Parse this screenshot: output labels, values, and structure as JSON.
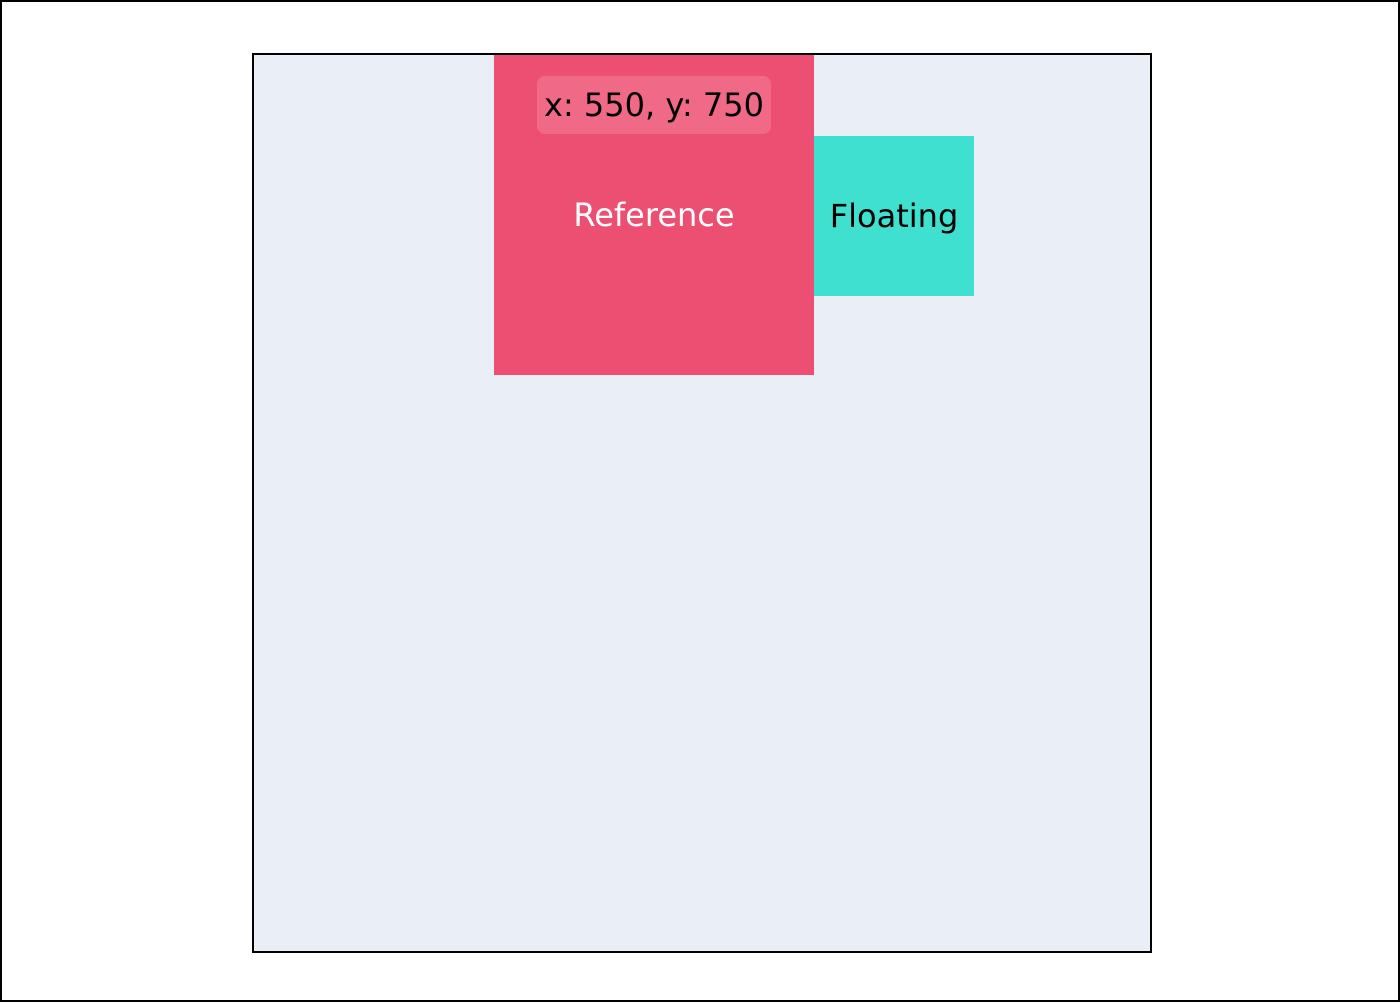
{
  "reference": {
    "label": "Reference",
    "coords_text": "x: 550, y: 750"
  },
  "floating": {
    "label": "Floating"
  },
  "colors": {
    "stage_background": "#eaeef7",
    "reference": "#ed4f73",
    "floating": "#40e0d0"
  }
}
